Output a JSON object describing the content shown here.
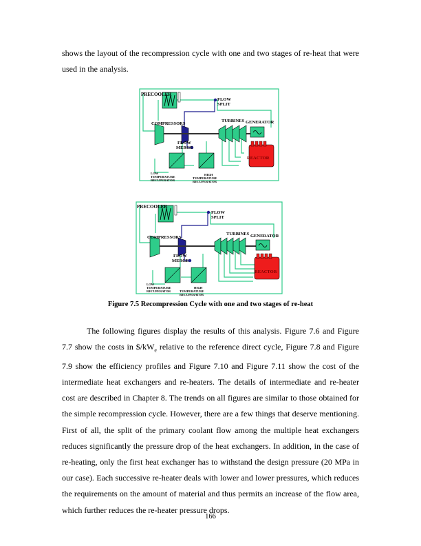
{
  "text": {
    "intro": "shows the layout of the recompression cycle with one and two stages of re-heat that were used in the analysis.",
    "caption": "Figure 7.5 Recompression Cycle with one and two stages of re-heat",
    "body_part1": "The following figures display the results of this analysis.  Figure 7.6 and Figure 7.7 show the costs in $/kW",
    "body_sub": "e",
    "body_part2": " relative to the reference direct cycle, Figure 7.8 and Figure 7.9 show the efficiency profiles and Figure 7.10 and Figure 7.11 show the cost of the intermediate heat exchangers and re-heaters.  The details of intermediate and re-heater cost are described in Chapter 8.  The trends on all figures are similar to those obtained for the simple recompression cycle.   However, there are a few things that deserve mentioning.  First of all, the split of the primary coolant flow among the multiple heat exchangers reduces significantly the pressure drop of the heat exchangers.  In addition, in the case of re-heating, only the first heat exchanger has to withstand the design pressure (20 MPa in our case).  Each successive re-heater deals with lower and lower pressures, which reduces the requirements on the amount of material and thus permits an increase of the flow area, which further reduces the re-heater pressure drops.",
    "page_number": "166"
  },
  "labels": {
    "precooler": "PRECOOLER",
    "flow": "FLOW",
    "split": "SPLIT",
    "merge": "MERGE",
    "compressors": "COMPRESSORS",
    "turbines": "TURBINES",
    "generator": "GENERATOR",
    "reactor": "REACTOR",
    "low": "LOW",
    "high": "HIGH",
    "temperature": "TEMPERATURE",
    "recuperator": "RECUPERATOR"
  },
  "colors": {
    "component": "#2ecc8a",
    "reactor": "#ee1c1c",
    "compressor": "#1f1f8f",
    "pipe": "#2ecc8a",
    "pipe_blue": "#1f1f8f"
  }
}
